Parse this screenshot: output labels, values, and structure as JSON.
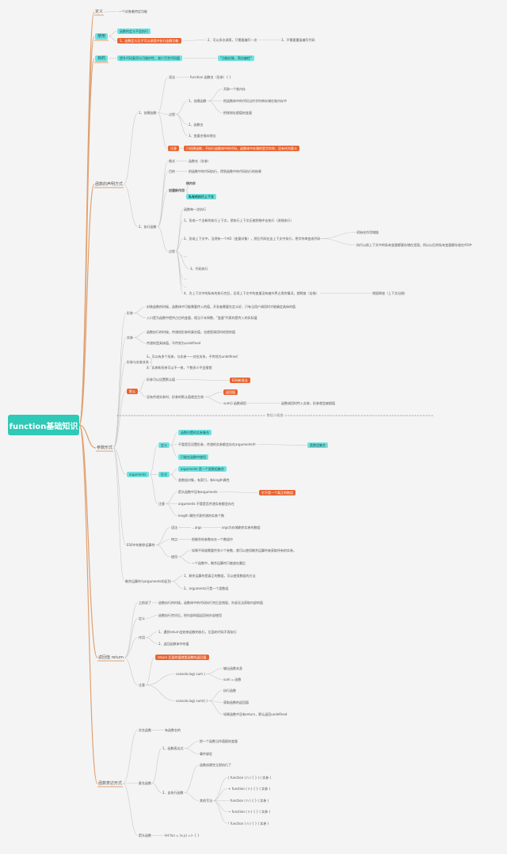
{
  "root": "function基础知识",
  "colors": {
    "root": "#2fc9b7",
    "cyan_tag": "#6fe2df",
    "red_tag": "#e9632f",
    "branch": "#e0a070",
    "line": "#c8c8c8"
  },
  "divider": "===================================================== 数组小插曲 =====================================================",
  "nodes": [
    {
      "id": "def",
      "text": "定义",
      "cls": "l1"
    },
    {
      "id": "def1",
      "text": "一个封装着特定功能"
    },
    {
      "id": "use",
      "text": "使用",
      "cls": "l1 cyan"
    },
    {
      "id": "use1",
      "text": "函数的定义不会执行",
      "cls": "cyan"
    },
    {
      "id": "use2",
      "text": "1、函数定义后才可以调用并执行函数功能",
      "cls": "red"
    },
    {
      "id": "use3",
      "text": "2、可以多次调用，只需要编写一次"
    },
    {
      "id": "use4",
      "text": "3、不需要重复编写代码"
    },
    {
      "id": "purp",
      "text": "目的",
      "cls": "l1 cyan"
    },
    {
      "id": "purp1",
      "text": "提升代码复用与可维护性，减少冗余代码量",
      "cls": "cyan"
    },
    {
      "id": "purp2",
      "text": "\"功能封装，简化编程\"",
      "cls": "cyan"
    },
    {
      "id": "dp",
      "text": "函数的声明方式",
      "cls": "l1"
    },
    {
      "id": "dp_a",
      "text": "1、创建函数"
    },
    {
      "id": "dp_a1",
      "text": "语法"
    },
    {
      "id": "dp_a1a",
      "text": "function 函数名（形参）{ }"
    },
    {
      "id": "dp_a2",
      "text": "过程"
    },
    {
      "id": "dp_a2a",
      "text": "1、创建函数"
    },
    {
      "id": "dp_a2a1",
      "text": "开辟一个堆内存"
    },
    {
      "id": "dp_a2a2",
      "text": "把函数体中的代码当作字符串存储在堆内存中"
    },
    {
      "id": "dp_a2a3",
      "text": "把堆地址赋值给变量"
    },
    {
      "id": "dp_a2b",
      "text": "2、函数名"
    },
    {
      "id": "dp_a2c",
      "text": "3、变量名指向地址"
    },
    {
      "id": "dp_a3",
      "text": "注意",
      "cls": "red"
    },
    {
      "id": "dp_a3a",
      "text": "只创建函数，不执行函数体中的代码，函数体中存储的是字符串，没有任何意义",
      "cls": "red"
    },
    {
      "id": "dp_b",
      "text": "2、执行函数"
    },
    {
      "id": "dp_b1",
      "text": "格式"
    },
    {
      "id": "dp_b1a",
      "text": "函数名（实参）"
    },
    {
      "id": "dp_b2",
      "text": "目的"
    },
    {
      "id": "dp_b2a",
      "text": "把函数中的代码执行，得到函数中的代码执行的结果"
    },
    {
      "id": "dp_b3",
      "text": "创建新作用",
      "cls": "bold"
    },
    {
      "id": "dp_b3a",
      "text": "栈内存",
      "cls": "bold"
    },
    {
      "id": "dp_b3b",
      "text": "私有的执行上下文",
      "cls": "cyan bold"
    },
    {
      "id": "dp_b4",
      "text": "过程"
    },
    {
      "id": "dp_b4a",
      "text": "函数每一次执行"
    },
    {
      "id": "dp_b4b",
      "text": "1、形成一个全新的执行上下文，把执行上下文压缩到栈中去执行（进栈执行）"
    },
    {
      "id": "dp_b4c",
      "text": "2、形成上下文中，当然有一个AO（变量对象），然后代码在这上下文中执行，把字符串变成代码"
    },
    {
      "id": "dp_b4c1",
      "text": "初始化作用域链"
    },
    {
      "id": "dp_b4c2",
      "text": "执行以前上下文中的私有变量都要存储在里面，所以以后的私有变量都存放在AO中"
    },
    {
      "id": "dp_b4d",
      "text": "..."
    },
    {
      "id": "dp_b4e",
      "text": "3、代码执行"
    },
    {
      "id": "dp_b4f",
      "text": "..."
    },
    {
      "id": "dp_b4g",
      "text": "..."
    },
    {
      "id": "dp_b4h",
      "text": "4、为上下文中的私有的执行完后，后续上下文中的变量没有被外界占用的情况，就释放（出栈）"
    },
    {
      "id": "dp_b4h1",
      "text": "销毁释放（上下文出栈）"
    },
    {
      "id": "pf",
      "text": "参数形式",
      "cls": "l1"
    },
    {
      "id": "pf1",
      "text": "形参"
    },
    {
      "id": "pf1a",
      "text": "封装函数的时候，函数体中可能需要传入的值，开发者需要先定义好，只有当用户调用时才能确定具体的值"
    },
    {
      "id": "pf1b",
      "text": "入口是为函数中提供占位的变量，相当于未知数，\"变量\"代表的是传入的实际值"
    },
    {
      "id": "pf2",
      "text": "实参"
    },
    {
      "id": "pf2a",
      "text": "函数执行的时候，传递给形参的真实值，也就是调用时给到的值"
    },
    {
      "id": "pf2b",
      "text": "传递的是具体值，不传则为undefined"
    },
    {
      "id": "pf3",
      "text": "形参与实参关系"
    },
    {
      "id": "pf3a",
      "text": "1、可以有多个形参，与实参一一对应关系，不传则为undefined"
    },
    {
      "id": "pf3b",
      "text": "2、实参和形参可以不一致，个数多少不会报错"
    },
    {
      "id": "pf4",
      "text": "默认",
      "cls": "red"
    },
    {
      "id": "pf4a",
      "text": "形参可以设置默认值"
    },
    {
      "id": "pf4a1",
      "text": "ES6新语法",
      "cls": "red"
    },
    {
      "id": "pf4b",
      "text": "没有传递实参时，形参的默认值就会生效"
    },
    {
      "id": "pf4b1",
      "text": "返回值",
      "cls": "red"
    },
    {
      "id": "pf4c",
      "text": "sum() 函数调用"
    },
    {
      "id": "pf4c1",
      "text": "函数调用时传入实参，形参就会被赋值"
    },
    {
      "id": "ar",
      "text": "arguments",
      "cls": "cyan"
    },
    {
      "id": "ar1",
      "text": "定义",
      "cls": "cyan"
    },
    {
      "id": "ar1a",
      "text": "函数内置的实参集合",
      "cls": "cyan"
    },
    {
      "id": "ar1b",
      "text": "不管是否设置形参，传递的实参都会存在arguments中"
    },
    {
      "id": "ar1b1",
      "text": "类数组集合",
      "cls": "cyan"
    },
    {
      "id": "ar1c",
      "text": "只能在函数中使用",
      "cls": "cyan"
    },
    {
      "id": "ar2",
      "text": "形式",
      "cls": "cyan"
    },
    {
      "id": "ar2a",
      "text": "arguments 是一个类数组集合",
      "cls": "cyan"
    },
    {
      "id": "ar2b",
      "text": "类数组对象，有索引，有length属性"
    },
    {
      "id": "ar3",
      "text": "注意"
    },
    {
      "id": "ar3a",
      "text": "箭头函数中没有arguments"
    },
    {
      "id": "ar3a1",
      "text": "它不是一个真正的数组",
      "cls": "red"
    },
    {
      "id": "ar3b",
      "text": "arguments 不管是否传递实参都会存在"
    },
    {
      "id": "ar3c",
      "text": "length 属性代表传递的实参个数"
    },
    {
      "id": "ar4",
      "text": "ES6中的剩余运算符"
    },
    {
      "id": "ar4a",
      "text": "语法"
    },
    {
      "id": "ar4a1",
      "text": "...args"
    },
    {
      "id": "ar4a2",
      "text": "args为存储剩余实参的数组"
    },
    {
      "id": "ar4b",
      "text": "特点"
    },
    {
      "id": "ar4b1",
      "text": "把剩余的参数存在一个数组中"
    },
    {
      "id": "ar4c",
      "text": "使用"
    },
    {
      "id": "ar4c1",
      "text": "如果不知道需要传多少个参数，就可以使用剩余运算符来获取所有的实参。"
    },
    {
      "id": "ar4c2",
      "text": "一个函数中，剩余运算符只能放在最后"
    },
    {
      "id": "ar5",
      "text": "剩余运算符与arguments的区别"
    },
    {
      "id": "ar5a",
      "text": "1、剩余运算符是真正的数组，可以使用数组的方法"
    },
    {
      "id": "ar5b",
      "text": "2、arguments只是一个类数组"
    },
    {
      "id": "rv",
      "text": "返回值 return",
      "cls": "l1"
    },
    {
      "id": "rv1",
      "text": "之前说了"
    },
    {
      "id": "rv1a",
      "text": "函数执行的时候，函数体中的代码执行完后会销毁，外部无法获取内部的值"
    },
    {
      "id": "rv2",
      "text": "定义"
    },
    {
      "id": "rv2a",
      "text": "函数执行完毕后，把内部的值返回给外部使用"
    },
    {
      "id": "rv3",
      "text": "作用"
    },
    {
      "id": "rv3a",
      "text": "1、遇到return会结束函数的执行，后面的代码不再执行"
    },
    {
      "id": "rv3b",
      "text": "2、返回函数体中的值"
    },
    {
      "id": "rv4",
      "text": "注意"
    },
    {
      "id": "rv4a",
      "text": "return 后面的值就是函数的返回值",
      "cls": "red"
    },
    {
      "id": "rv4b",
      "text": "console.log( sum )"
    },
    {
      "id": "rv4b1",
      "text": "输出函数本身"
    },
    {
      "id": "rv4b2",
      "text": "sum = 函数"
    },
    {
      "id": "rv4c",
      "text": "console.log( sum() )"
    },
    {
      "id": "rv4c1",
      "text": "执行函数"
    },
    {
      "id": "rv4c2",
      "text": "获取函数的返回值"
    },
    {
      "id": "rv4c3",
      "text": "如果函数中没有return，默认返回undefined"
    },
    {
      "id": "fe",
      "text": "函数表达形式",
      "cls": "l1"
    },
    {
      "id": "fe1",
      "text": "实名函数"
    },
    {
      "id": "fe1a",
      "text": "有函数名的"
    },
    {
      "id": "fe2",
      "text": "匿名函数"
    },
    {
      "id": "fe2a",
      "text": "1、函数表达式"
    },
    {
      "id": "fe2a1",
      "text": "把一个函数当作值赋给变量"
    },
    {
      "id": "fe2a2",
      "text": "事件绑定"
    },
    {
      "id": "fe2b",
      "text": "2、自执行函数"
    },
    {
      "id": "fe2b1",
      "text": "函数创建完立即执行了"
    },
    {
      "id": "fe2b2",
      "text": "其他写法"
    },
    {
      "id": "fe2b2a",
      "text": "( function ( n ) { } ) ( 实参 )"
    },
    {
      "id": "fe2b2b",
      "text": "+ function ( n ) { } ( 实参 )"
    },
    {
      "id": "fe2b2c",
      "text": "- function ( n ) { } ( 实参 )"
    },
    {
      "id": "fe2b2d",
      "text": "~ function ( n ) { } ( 实参 )"
    },
    {
      "id": "fe2b2e",
      "text": "! function ( n ) { } ( 实参 )"
    },
    {
      "id": "fe3",
      "text": "箭头函数"
    },
    {
      "id": "fe3a",
      "text": "let fun = (x,y) => { }"
    }
  ]
}
